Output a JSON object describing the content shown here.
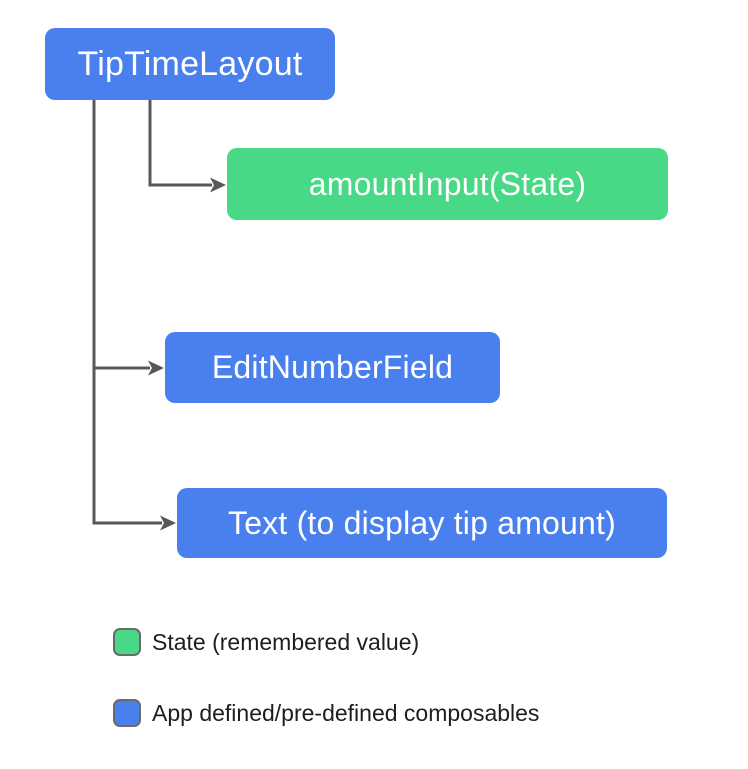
{
  "diagram": {
    "nodes": {
      "tip_time_layout": {
        "label": "TipTimeLayout",
        "type": "composable"
      },
      "amount_input": {
        "label": "amountInput(State)",
        "type": "state"
      },
      "edit_number_field": {
        "label": "EditNumberField",
        "type": "composable"
      },
      "text_display": {
        "label": "Text (to display tip amount)",
        "type": "composable"
      }
    },
    "edges": [
      {
        "from": "TipTimeLayout",
        "to": "amountInput(State)"
      },
      {
        "from": "TipTimeLayout",
        "to": "EditNumberField"
      },
      {
        "from": "TipTimeLayout",
        "to": "Text (to display tip amount)"
      }
    ],
    "legend": {
      "state": {
        "label": "State (remembered value)",
        "swatch_color": "#47d985"
      },
      "composables": {
        "label": "App defined/pre-defined composables",
        "swatch_color": "#4a80ee"
      }
    },
    "colors": {
      "composable_blue": "#4a80ee",
      "state_green": "#47d985",
      "connector_gray": "#58585a",
      "node_text": "#ffffff",
      "legend_text": "#1e1e1e",
      "background": "#ffffff"
    }
  }
}
